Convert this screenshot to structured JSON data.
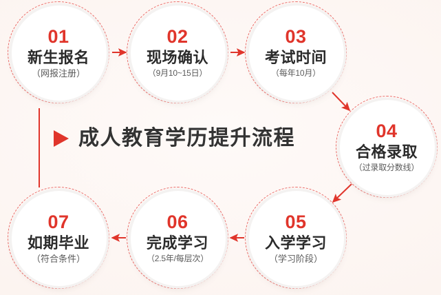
{
  "theme": {
    "background": "#fcf4f0",
    "accent_red": "#e0352b",
    "arrow_red": "#e0352b",
    "ring_dash": "#ea6b68",
    "title_text": "#2b2b2b",
    "subtitle_text": "#5a5a5a"
  },
  "headline": {
    "marker_icon": "play-triangle-icon",
    "text": "成人教育学历提升流程"
  },
  "steps": [
    {
      "number": "01",
      "title": "新生报名",
      "subtitle": "（网报注册）"
    },
    {
      "number": "02",
      "title": "现场确认",
      "subtitle": "（9月10~15日）"
    },
    {
      "number": "03",
      "title": "考试时间",
      "subtitle": "（每年10月）"
    },
    {
      "number": "04",
      "title": "合格录取",
      "subtitle": "（过录取分数线）"
    },
    {
      "number": "05",
      "title": "入学学习",
      "subtitle": "（学习阶段）"
    },
    {
      "number": "06",
      "title": "完成学习",
      "subtitle": "（2.5年/每层次）"
    },
    {
      "number": "07",
      "title": "如期毕业",
      "subtitle": "（符合条件）"
    }
  ],
  "connectors": [
    {
      "from": "01",
      "to": "02",
      "direction": "right"
    },
    {
      "from": "02",
      "to": "03",
      "direction": "right"
    },
    {
      "from": "03",
      "to": "04",
      "direction": "down-right"
    },
    {
      "from": "04",
      "to": "05",
      "direction": "down-left"
    },
    {
      "from": "05",
      "to": "06",
      "direction": "left"
    },
    {
      "from": "06",
      "to": "07",
      "direction": "left"
    },
    {
      "from": "01",
      "to": "07",
      "direction": "down-vertical"
    }
  ]
}
